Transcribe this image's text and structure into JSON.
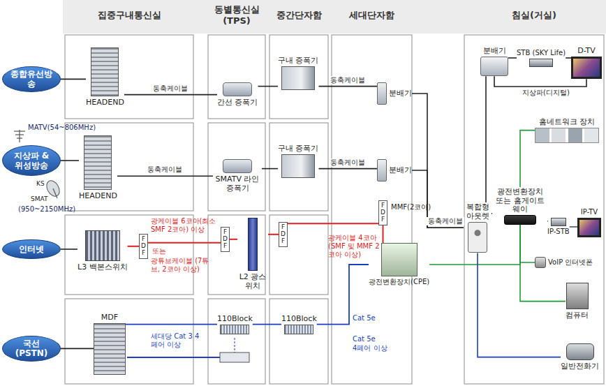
{
  "diagram": {
    "nodes": [
      {
        "text": [
          "종합유선방송"
        ]
      },
      {
        "text": [
          "지상파 & 위성방송"
        ]
      },
      {
        "text": [
          "인터넷"
        ]
      },
      {
        "text": [
          "국선(PSTN)"
        ]
      },
      {
        "text": [
          "HEADEND"
        ]
      },
      {
        "text": [
          "HEADEND"
        ]
      },
      {
        "text": [
          "L3 백본스위치"
        ]
      },
      {
        "text": [
          "MDF"
        ]
      },
      {
        "text": [
          "FDF"
        ]
      },
      {
        "text": [
          "FDF"
        ]
      },
      {
        "text": [
          "FDF"
        ]
      },
      {
        "text": [
          "FDF"
        ]
      },
      {
        "text": [
          "간선 증폭기"
        ]
      },
      {
        "text": [
          "SMATV 라인 증폭기"
        ]
      },
      {
        "text": [
          "L2 광스위치"
        ]
      },
      {
        "text": [
          "110Block"
        ]
      },
      {
        "text": [
          "110Block"
        ]
      },
      {
        "text": [
          "구내 증폭기"
        ]
      },
      {
        "text": [
          "구내 증폭기"
        ]
      },
      {
        "text": [
          "분배기"
        ]
      },
      {
        "text": [
          "분배기"
        ]
      },
      {
        "text": [
          "광전변환장치(CPE)"
        ]
      },
      {
        "text": [
          "복합형 아웃렛"
        ]
      },
      {
        "text": [
          "분배기"
        ]
      },
      {
        "text": [
          "STB (SKY Life)"
        ]
      },
      {
        "text": [
          "D-TV"
        ]
      },
      {
        "text": [
          "홈네트워크 장치"
        ]
      },
      {
        "text": [
          "광전변환장치 또는 홈게이트웨이"
        ]
      },
      {
        "text": [
          "IP-STB"
        ]
      },
      {
        "text": [
          "IP-TV"
        ]
      },
      {
        "text": [
          "VoIP 인터넷폰"
        ]
      },
      {
        "text": [
          "컴퓨터"
        ]
      },
      {
        "text": [
          "일반전화기"
        ]
      }
    ],
    "edges": [
      {
        "from": 0,
        "to": 4,
        "arrow": "none"
      },
      {
        "from": 4,
        "to": 12,
        "arrow": "none",
        "label": "동축케이블"
      },
      {
        "from": 12,
        "to": 17,
        "arrow": "none"
      },
      {
        "from": 17,
        "to": 19,
        "arrow": "none",
        "label": "동축케이블"
      },
      {
        "from": 1,
        "to": 5,
        "arrow": "none"
      },
      {
        "from": 5,
        "to": 13,
        "arrow": "none",
        "label": "동축케이블"
      },
      {
        "from": 13,
        "to": 18,
        "arrow": "none"
      },
      {
        "from": 18,
        "to": 20,
        "arrow": "none",
        "label": "동축케이블"
      },
      {
        "from": 19,
        "to": 22,
        "arrow": "none"
      },
      {
        "from": 20,
        "to": 22,
        "arrow": "none",
        "label": "동축케이블"
      },
      {
        "from": 2,
        "to": 6,
        "arrow": "none"
      },
      {
        "from": 6,
        "to": 8,
        "arrow": "none"
      },
      {
        "from": 8,
        "to": 9,
        "arrow": "none"
      },
      {
        "from": 9,
        "to": 14,
        "arrow": "none"
      },
      {
        "from": 14,
        "to": 10,
        "arrow": "none"
      },
      {
        "from": 10,
        "to": 11,
        "arrow": "none"
      },
      {
        "from": 11,
        "to": 21,
        "arrow": "none"
      },
      {
        "from": 21,
        "to": 27,
        "arrow": "none"
      },
      {
        "from": 22,
        "to": 27,
        "arrow": "none"
      },
      {
        "from": 27,
        "to": 28,
        "arrow": "none"
      },
      {
        "from": 28,
        "to": 29,
        "arrow": "none"
      },
      {
        "from": 27,
        "to": 26,
        "arrow": "none"
      },
      {
        "from": 27,
        "to": 30,
        "arrow": "none"
      },
      {
        "from": 27,
        "to": 31,
        "arrow": "none"
      },
      {
        "from": 22,
        "to": 32,
        "arrow": "none"
      },
      {
        "from": 22,
        "to": 23,
        "arrow": "none"
      },
      {
        "from": 23,
        "to": 24,
        "arrow": "none"
      },
      {
        "from": 24,
        "to": 25,
        "arrow": "none"
      },
      {
        "from": 23,
        "to": 25,
        "arrow": "none"
      },
      {
        "from": 3,
        "to": 7,
        "arrow": "none"
      },
      {
        "from": 7,
        "to": 15,
        "arrow": "none"
      },
      {
        "from": 15,
        "to": 16,
        "arrow": "none"
      },
      {
        "from": 16,
        "to": 21,
        "arrow": "none"
      }
    ],
    "labels": [
      "집중구내통신실",
      "동별통신실 (TPS)",
      "중간단자함",
      "세대단자함",
      "침실(거실)",
      "MATV(54~806MHz)",
      "KS",
      "SMAT",
      "(950~2150MHz)",
      "광케이블 6코아(최소 SMF 2코아) 이상",
      "또는",
      "광튜브케이블 (7튜브, 2코아 이상)",
      "광케이블 4코아 (SMF 및 MMF 2코아 이상)",
      "MMF(2코아)",
      "세대당 Cat 3 4페어 이상",
      "Cat 5e",
      "Cat 5e",
      "4페어 이상",
      "지상파(디지털)"
    ]
  }
}
